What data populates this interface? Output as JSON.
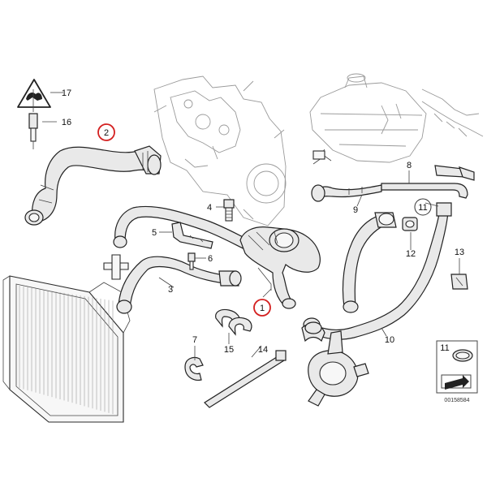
{
  "diagram": {
    "callouts": {
      "c1": "1",
      "c2": "2",
      "c3": "3",
      "c4": "4",
      "c5": "5",
      "c6": "6",
      "c7": "7",
      "c8": "8",
      "c9": "9",
      "c10": "10",
      "c11": "11",
      "c11_box": "11",
      "c12": "12",
      "c13": "13",
      "c14": "14",
      "c15": "15",
      "c16": "16",
      "c17": "17"
    },
    "reference_number": "00158584",
    "highlight_color": "#d42020"
  }
}
